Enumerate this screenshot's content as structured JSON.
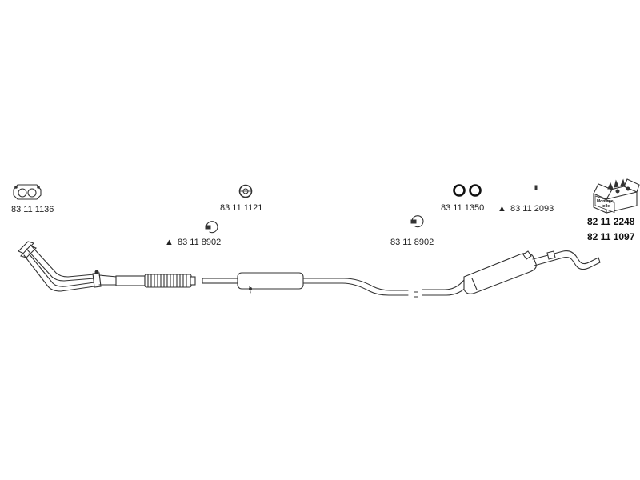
{
  "diagram": {
    "parts": [
      {
        "id": "gasket",
        "number": "83 11 1136",
        "icon": "flange-gasket-icon"
      },
      {
        "id": "ring-gasket",
        "number": "83 11 1121",
        "icon": "ring-gasket-icon"
      },
      {
        "id": "clamp-left",
        "number": "83 11 8902",
        "icon": "pipe-clamp-icon",
        "mark": "▲"
      },
      {
        "id": "rubber-rings",
        "number": "83 11 1350",
        "icon": "rubber-rings-icon"
      },
      {
        "id": "hanger",
        "number": "83 11 2093",
        "icon": "hanger-icon",
        "mark": "▲"
      },
      {
        "id": "clamp-right",
        "number": "83 11 8902",
        "icon": "pipe-clamp-icon"
      }
    ],
    "kit": {
      "box_text_line1": "Montage-",
      "box_text_line2": "teile",
      "numbers": [
        "82 11 2248",
        "82 11 1097"
      ]
    },
    "colors": {
      "line": "#333333",
      "background": "#ffffff"
    }
  }
}
